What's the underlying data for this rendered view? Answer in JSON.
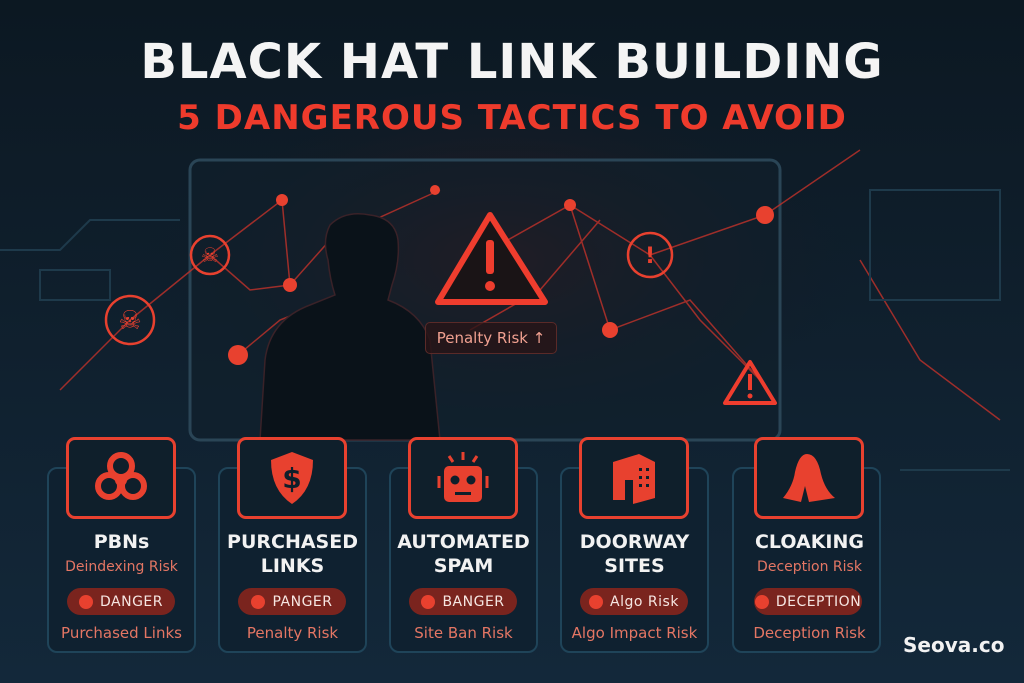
{
  "header": {
    "title": "BLACK HAT LINK BUILDING",
    "subtitle": "5 DANGEROUS TACTICS TO AVOID"
  },
  "center": {
    "penalty_label": "Penalty Risk ↑"
  },
  "cards": [
    {
      "title": "PBNs",
      "subtitle": "Deindexing Risk",
      "badge": "DANGER",
      "footer": "Purchased Links",
      "icon": "biohazard-icon"
    },
    {
      "title": "PURCHASED LINKS",
      "subtitle": "",
      "badge": "PANGER",
      "footer": "Penalty Risk",
      "icon": "dollar-shield-icon"
    },
    {
      "title": "AUTOMATED SPAM",
      "subtitle": "",
      "badge": "BANGER",
      "footer": "Site Ban Risk",
      "icon": "robot-icon"
    },
    {
      "title": "DOORWAY SITES",
      "subtitle": "",
      "badge": "Algo Risk",
      "footer": "Algo Impact Risk",
      "icon": "building-icon"
    },
    {
      "title": "CLOAKING",
      "subtitle": "Deception Risk",
      "badge": "DECEPTION",
      "footer": "Deception Risk",
      "icon": "cloak-icon"
    }
  ],
  "brand": "Seova.co",
  "colors": {
    "accent": "#e8412f",
    "background": "#0d1b27"
  }
}
